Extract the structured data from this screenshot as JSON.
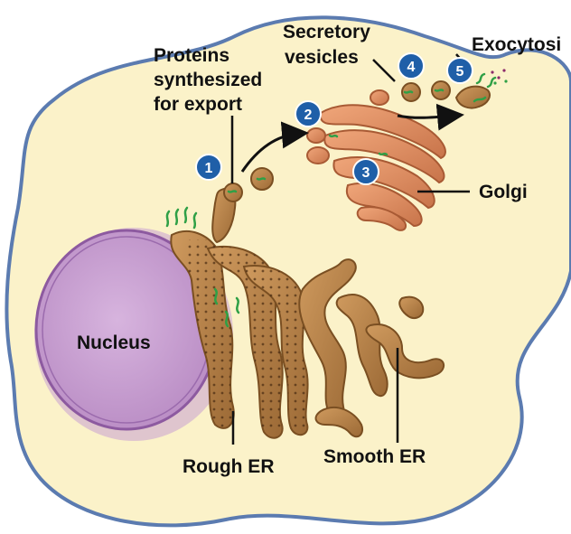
{
  "labels": {
    "proteins": [
      "Proteins",
      "synthesized",
      "for export"
    ],
    "secretory": [
      "Secretory",
      "vesicles"
    ],
    "exocytosis": "Exocytosi",
    "golgi": "Golgi",
    "nucleus": "Nucleus",
    "rough_er": "Rough ER",
    "smooth_er": "Smooth ER"
  },
  "steps": [
    "1",
    "2",
    "3",
    "4",
    "5"
  ],
  "colors": {
    "cytoplasm": "#fbf2c9",
    "membrane": "#5b7bb0",
    "nucleus": "#cfa6d6",
    "er": "#b98248",
    "golgi": "#e5976b",
    "protein": "#2fa046",
    "step_badge": "#1f5fa8"
  }
}
